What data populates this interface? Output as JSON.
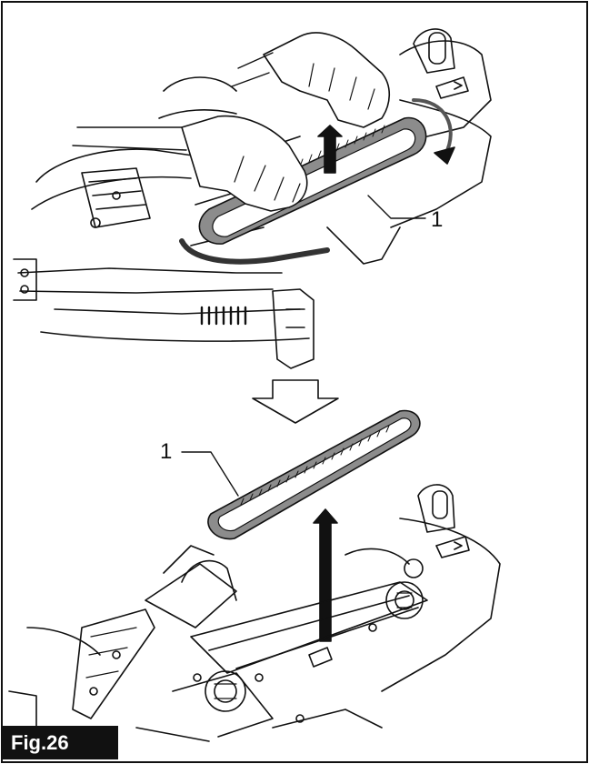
{
  "figure": {
    "label": "Fig.26",
    "callouts": {
      "top": "1",
      "bottom": "1"
    }
  },
  "colors": {
    "line": "#111111",
    "belt_fill": "#8c8c8c",
    "label_bg": "#111111",
    "label_text": "#ffffff"
  },
  "icons": [
    "gloved-hand-icon",
    "up-arrow-icon",
    "rotation-arrow-icon",
    "down-arrow-icon",
    "drive-belt-icon"
  ]
}
